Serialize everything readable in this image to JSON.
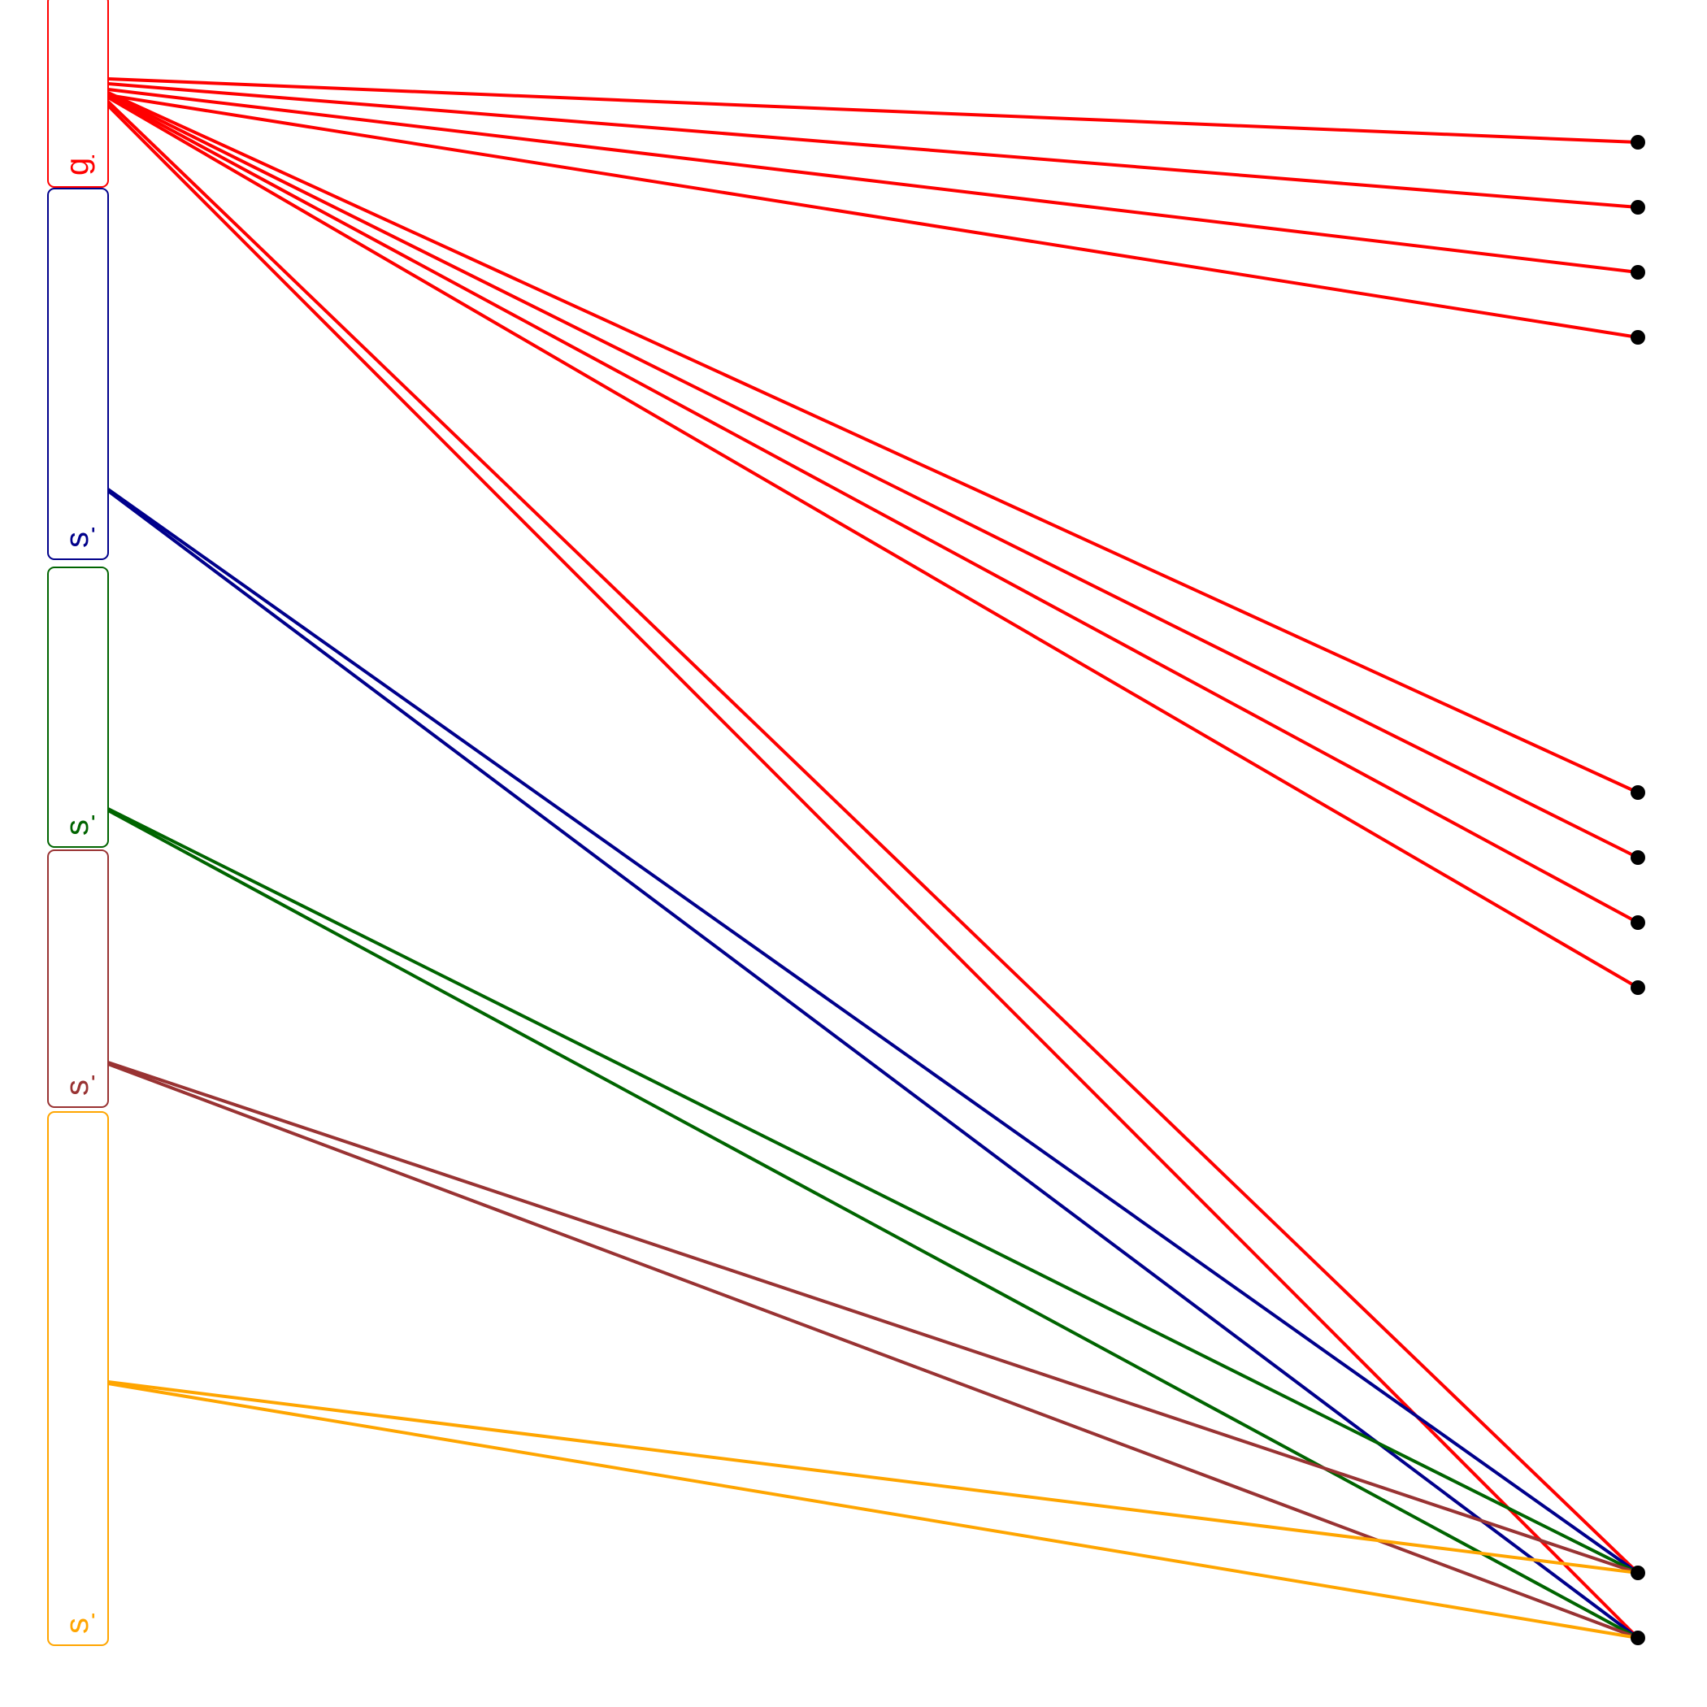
{
  "taxa": [
    {
      "id": "alistipes",
      "label": "g__Alistipes",
      "color": "#ff0000"
    },
    {
      "id": "bifido",
      "label": "s__Bifidobacterium adolescentis",
      "color": "#00008b"
    },
    {
      "id": "escherichia",
      "label": "s__Escherichia fergusonii",
      "color": "#006400"
    },
    {
      "id": "salmonella",
      "label": "s__Salmonella bongori",
      "color": "#993333"
    },
    {
      "id": "fuso",
      "label": "s__Fusobacterium canifelinum",
      "color": "#ffa500"
    }
  ],
  "node_color": "#000000",
  "links": [
    {
      "taxon": "alistipes",
      "target": 0
    },
    {
      "taxon": "alistipes",
      "target": 1
    },
    {
      "taxon": "alistipes",
      "target": 2
    },
    {
      "taxon": "alistipes",
      "target": 3
    },
    {
      "taxon": "alistipes",
      "target": 4
    },
    {
      "taxon": "alistipes",
      "target": 5
    },
    {
      "taxon": "alistipes",
      "target": 6
    },
    {
      "taxon": "alistipes",
      "target": 7
    },
    {
      "taxon": "alistipes",
      "target": 8
    },
    {
      "taxon": "alistipes",
      "target": 9
    },
    {
      "taxon": "bifido",
      "target": 8
    },
    {
      "taxon": "bifido",
      "target": 9
    },
    {
      "taxon": "escherichia",
      "target": 8
    },
    {
      "taxon": "escherichia",
      "target": 9
    },
    {
      "taxon": "salmonella",
      "target": 8
    },
    {
      "taxon": "salmonella",
      "target": 9
    },
    {
      "taxon": "fuso",
      "target": 8
    },
    {
      "taxon": "fuso",
      "target": 9
    }
  ],
  "target_count": 10
}
